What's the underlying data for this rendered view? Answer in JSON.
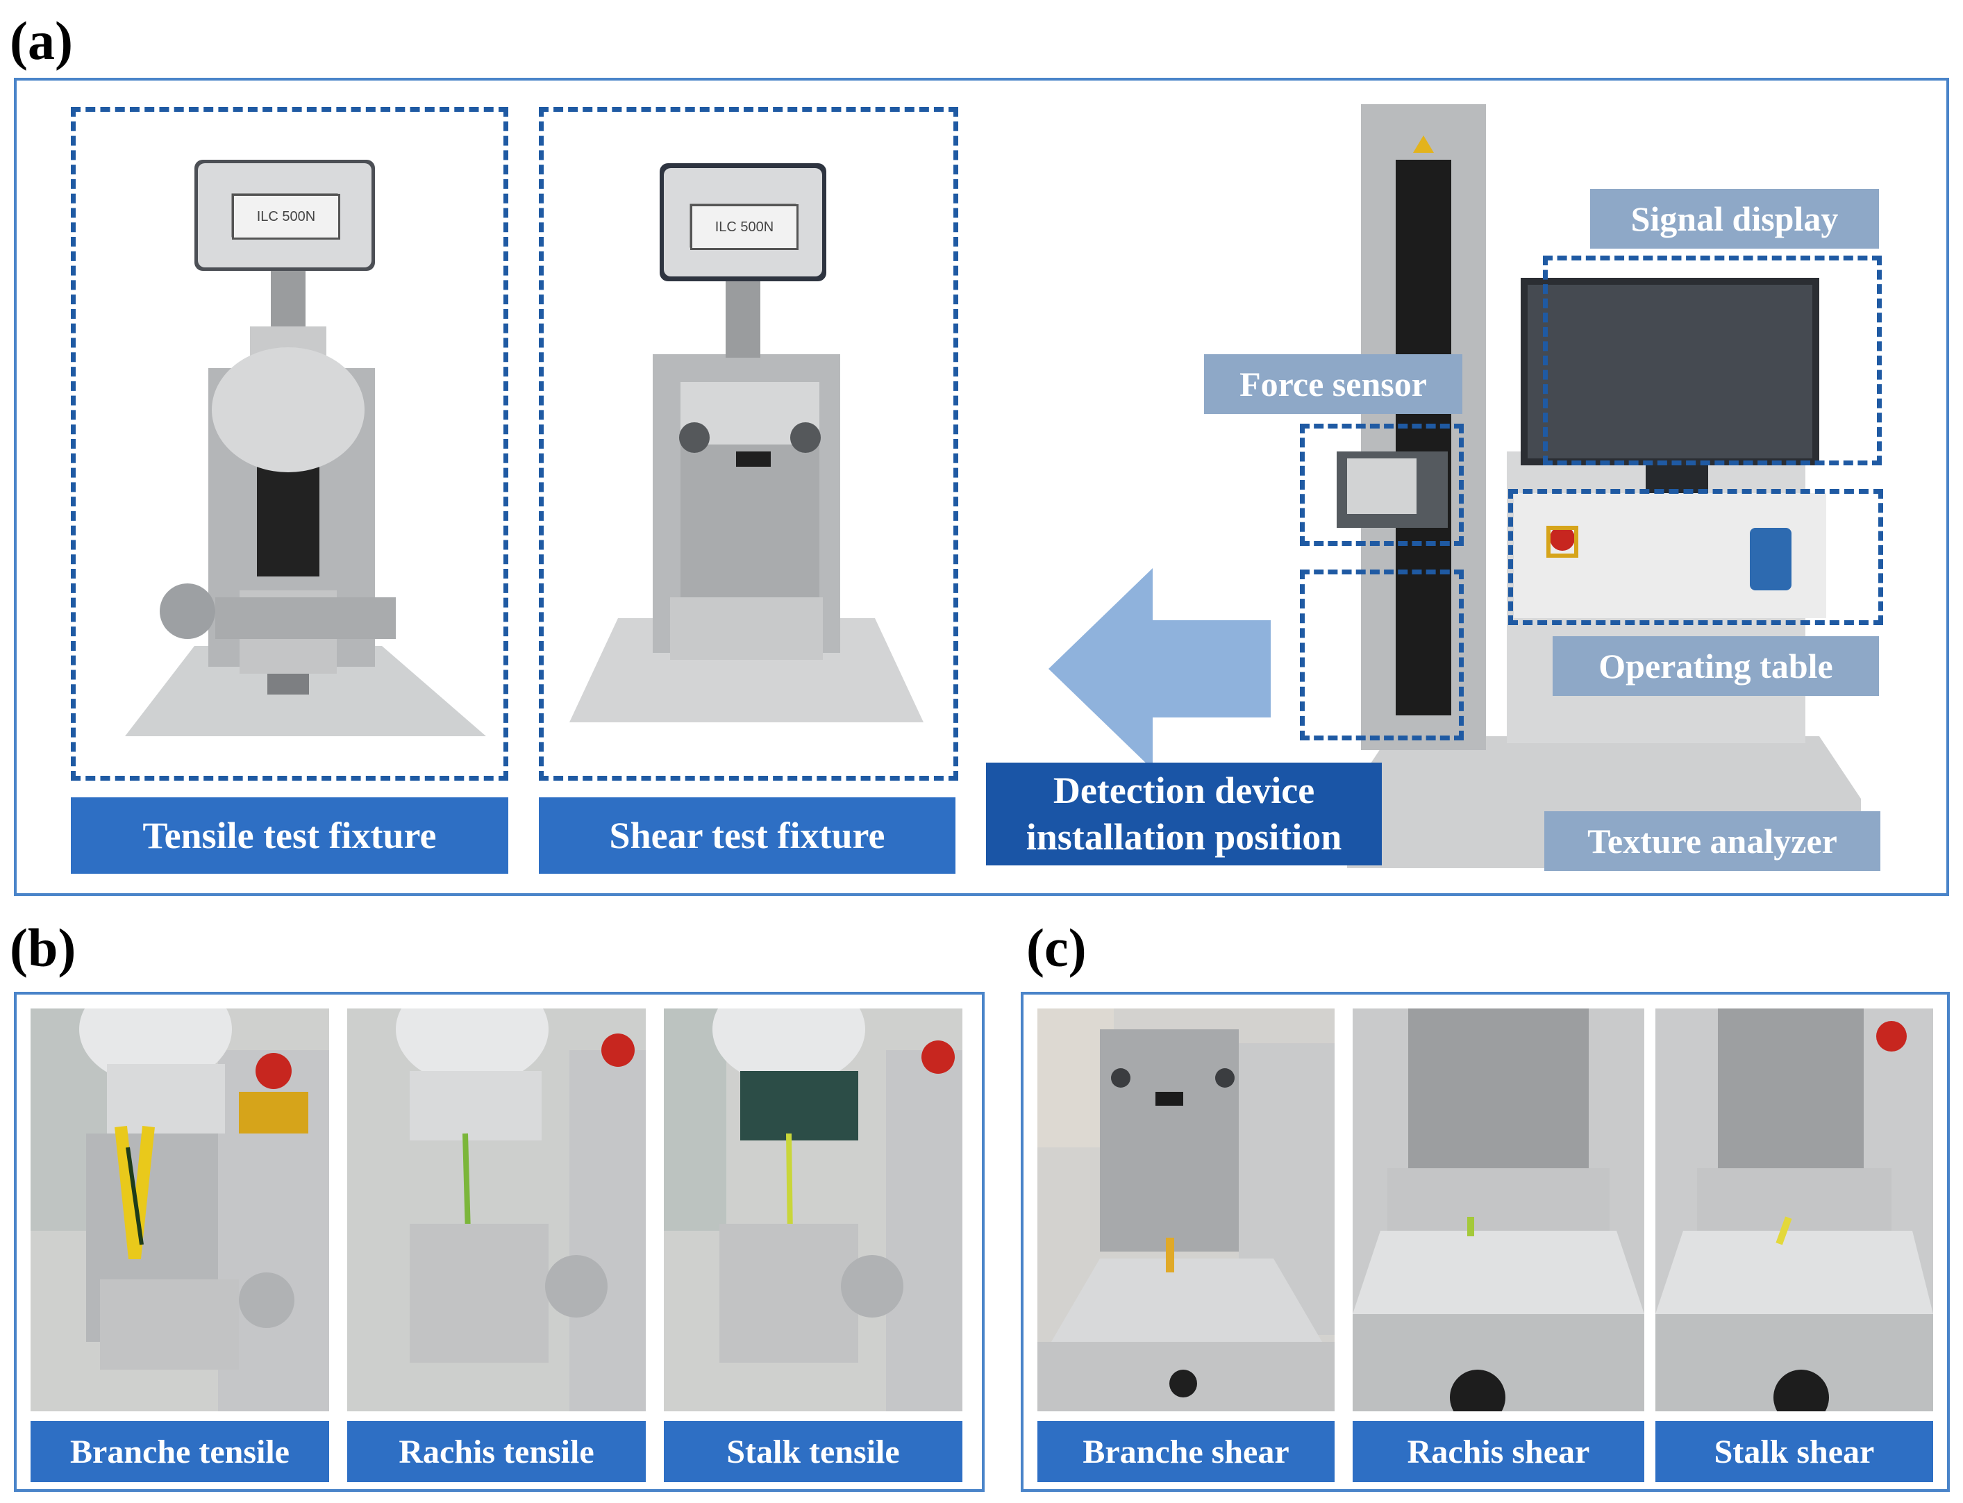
{
  "panels": {
    "a": "(a)",
    "b": "(b)",
    "c": "(c)"
  },
  "fixtures": {
    "tensile": "Tensile test fixture",
    "shear": "Shear test fixture",
    "sensor_tag": "ILC 500N"
  },
  "detection": {
    "line1": "Detection device",
    "line2": "installation position"
  },
  "analyzer_labels": {
    "signal_display": "Signal display",
    "force_sensor": "Force sensor",
    "operating_table": "Operating table",
    "texture_analyzer": "Texture analyzer"
  },
  "tensile_tests": [
    "Branche tensile",
    "Rachis tensile",
    "Stalk tensile"
  ],
  "shear_tests": [
    "Branche shear",
    "Rachis shear",
    "Stalk shear"
  ],
  "colors": {
    "frame": "#4a84c9",
    "dashed_box": "#1f5aa3",
    "label_blue": "#2e6fc4",
    "label_gray": "#8ea8c7",
    "arrow": "#8fb2dc"
  }
}
